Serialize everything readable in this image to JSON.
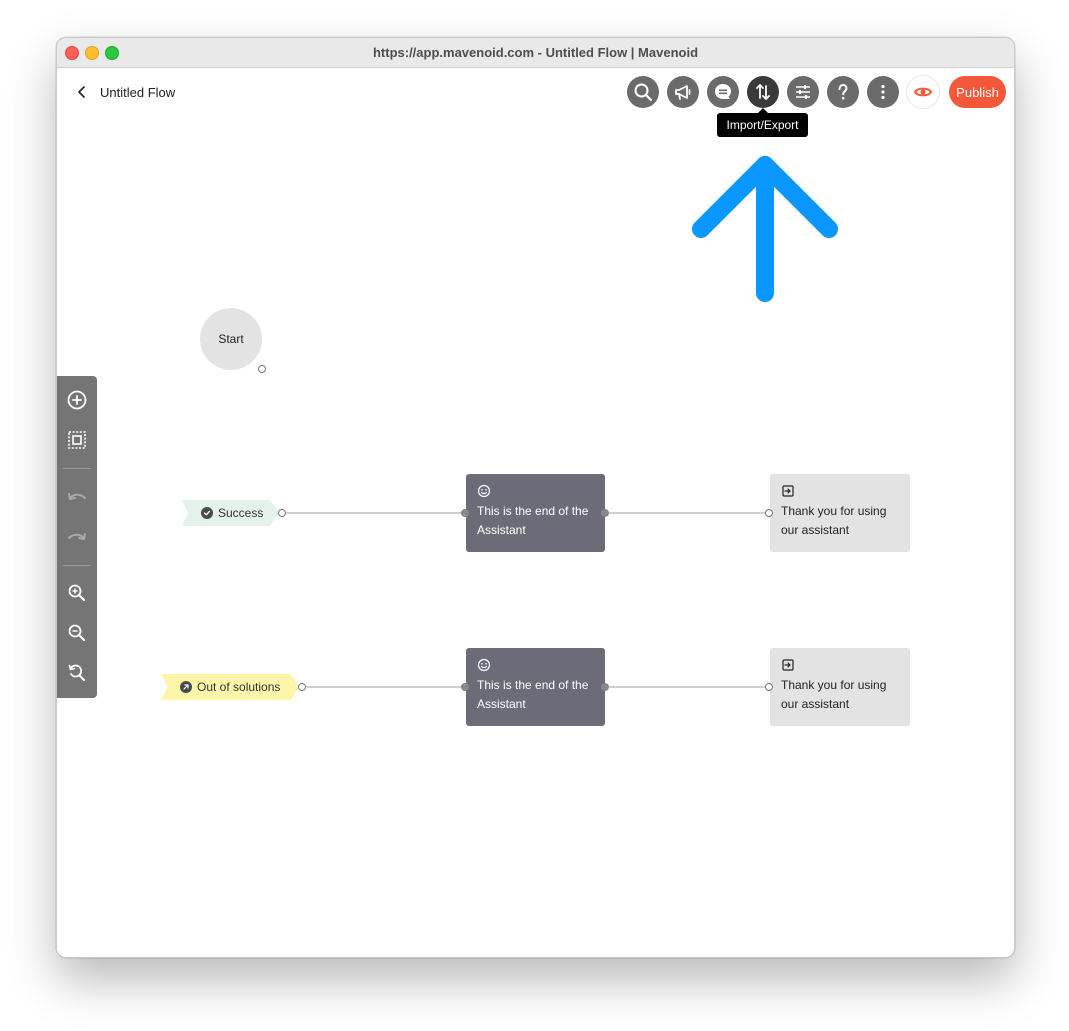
{
  "browser": {
    "title": "https://app.mavenoid.com - Untitled Flow | Mavenoid"
  },
  "header": {
    "back_icon": "chevron-left-icon",
    "flow_name": "Untitled Flow",
    "toolbar": [
      {
        "name": "search-button",
        "icon": "search-icon"
      },
      {
        "name": "announcement-button",
        "icon": "megaphone-icon"
      },
      {
        "name": "chat-button",
        "icon": "chat-bubble-icon"
      },
      {
        "name": "import-export-button",
        "icon": "arrows-up-down-icon",
        "active": true
      },
      {
        "name": "settings-button",
        "icon": "sliders-icon"
      },
      {
        "name": "help-button",
        "icon": "question-icon"
      },
      {
        "name": "more-button",
        "icon": "dots-vertical-icon"
      }
    ],
    "preview_icon": "eye-icon",
    "publish_label": "Publish",
    "tooltip": "Import/Export",
    "colors": {
      "publish": "#f4583a",
      "toolbar": "#6b6b6b",
      "active": "#3a3a3a",
      "annotation_arrow": "#0a97ff"
    }
  },
  "left_toolbar": [
    {
      "name": "add-node-button",
      "icon": "plus-circle-icon"
    },
    {
      "name": "select-area-button",
      "icon": "select-area-icon"
    },
    {
      "name": "undo-button",
      "icon": "undo-icon"
    },
    {
      "name": "redo-button",
      "icon": "redo-icon"
    },
    {
      "name": "zoom-in-button",
      "icon": "zoom-in-icon"
    },
    {
      "name": "zoom-out-button",
      "icon": "zoom-out-icon"
    },
    {
      "name": "zoom-reset-button",
      "icon": "zoom-reset-icon"
    }
  ],
  "canvas": {
    "start_label": "Start",
    "rows": [
      {
        "outcome_label": "Success",
        "outcome_icon": "check-circle-icon",
        "end_node_text": "This is the end of the Assistant",
        "end_node_icon": "smiley-icon",
        "message_node_text": "Thank you for using our assistant",
        "message_node_icon": "exit-icon"
      },
      {
        "outcome_label": "Out of solutions",
        "outcome_icon": "arrow-circle-icon",
        "end_node_text": "This is the end of the Assistant",
        "end_node_icon": "smiley-icon",
        "message_node_text": "Thank you for using our assistant",
        "message_node_icon": "exit-icon"
      }
    ]
  }
}
